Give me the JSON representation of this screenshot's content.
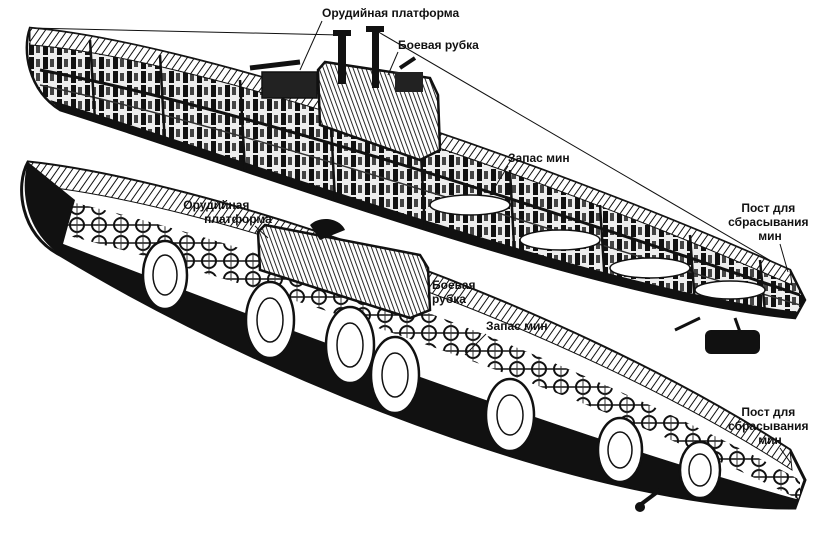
{
  "labels": {
    "upper": {
      "gun_platform": "Орудийная платформа",
      "conning_tower": "Боевая рубка",
      "mine_storage": "Запас мин",
      "mine_drop_station": [
        "Пост для",
        "сбрасывания",
        "мин"
      ]
    },
    "lower": {
      "gun_platform": [
        "Орудийная",
        "платформа"
      ],
      "conning_tower": [
        "Боевая",
        "рубка"
      ],
      "mine_storage": "Запас мин",
      "mine_drop_station": [
        "Пост для",
        "сбрасывания",
        "мин"
      ]
    }
  },
  "colors": {
    "ink": "#111111",
    "paper": "#ffffff",
    "shade": "#555555"
  }
}
